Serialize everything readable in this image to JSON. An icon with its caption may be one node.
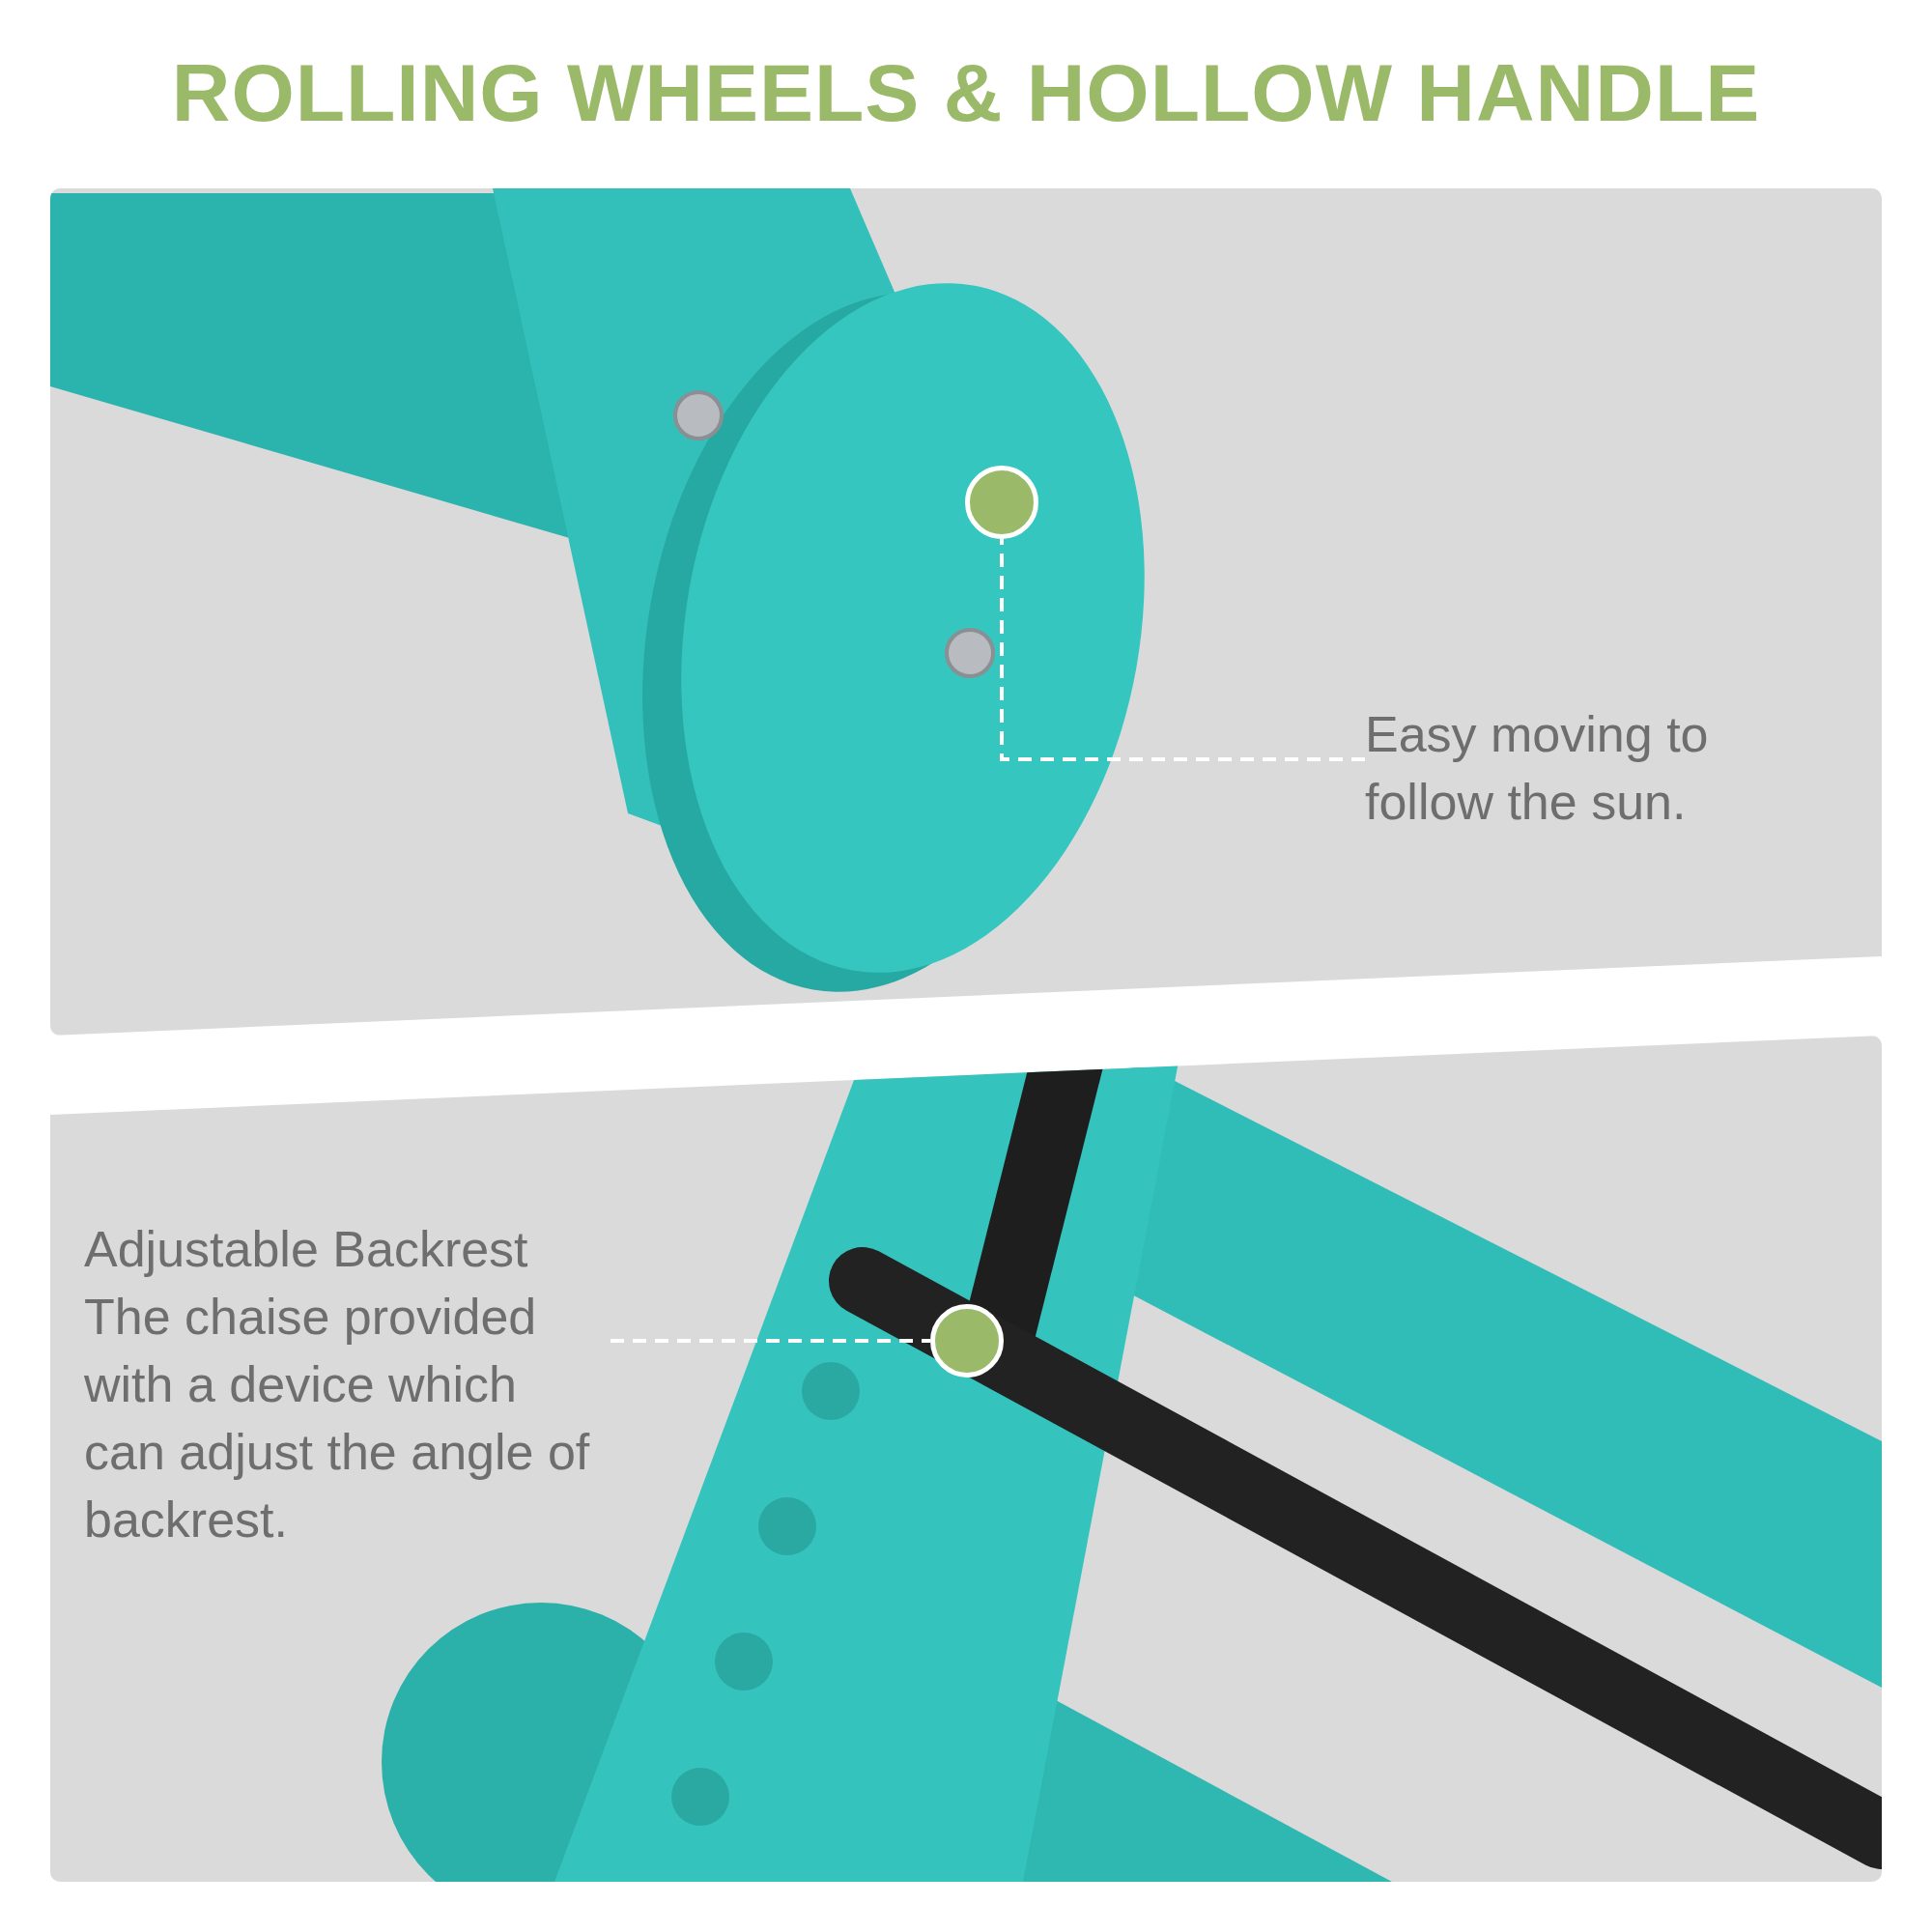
{
  "diagram": {
    "title": "ROLLING WHEELS & HOLLOW HANDLE",
    "nodes": [
      {
        "text": [],
        "shape": "picture"
      },
      {
        "text": [],
        "shape": "circle",
        "in": 0
      },
      {
        "text": [
          "Easy moving to follow the sun."
        ],
        "in": 0
      },
      {
        "text": [],
        "shape": "picture"
      },
      {
        "text": [
          "Adjustable Backrest",
          "The chaise provided with a device which can adjust the angle of backrest."
        ],
        "in": 3
      },
      {
        "text": [],
        "shape": "circle",
        "in": 3
      }
    ],
    "edges": [
      {
        "from": 2,
        "to": 1,
        "arrow": "none",
        "style": "dashed"
      },
      {
        "from": 4,
        "to": 5,
        "arrow": "none",
        "style": "dashed"
      }
    ]
  }
}
